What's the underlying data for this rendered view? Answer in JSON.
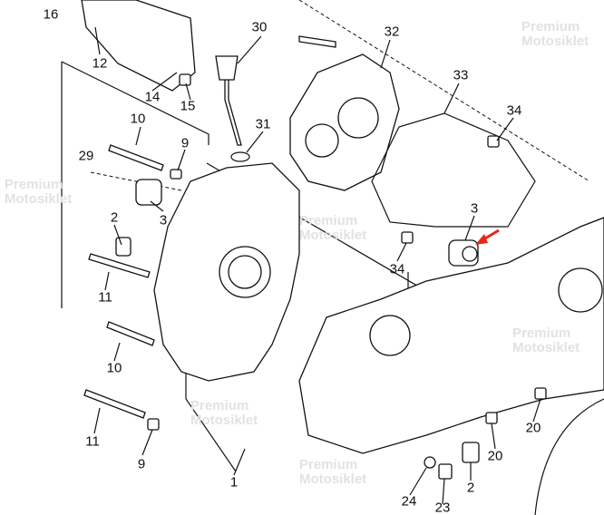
{
  "diagram": {
    "part_labels": [
      {
        "id": "16",
        "text": "16"
      },
      {
        "id": "12",
        "text": "12"
      },
      {
        "id": "30",
        "text": "30"
      },
      {
        "id": "32",
        "text": "32"
      },
      {
        "id": "33",
        "text": "33"
      },
      {
        "id": "34a",
        "text": "34"
      },
      {
        "id": "14",
        "text": "14"
      },
      {
        "id": "15",
        "text": "15"
      },
      {
        "id": "10a",
        "text": "10"
      },
      {
        "id": "9a",
        "text": "9"
      },
      {
        "id": "31",
        "text": "31"
      },
      {
        "id": "29",
        "text": "29"
      },
      {
        "id": "3a",
        "text": "3"
      },
      {
        "id": "2a",
        "text": "2"
      },
      {
        "id": "3b",
        "text": "3"
      },
      {
        "id": "34b",
        "text": "34"
      },
      {
        "id": "11a",
        "text": "11"
      },
      {
        "id": "10b",
        "text": "10"
      },
      {
        "id": "11b",
        "text": "11"
      },
      {
        "id": "9b",
        "text": "9"
      },
      {
        "id": "1",
        "text": "1"
      },
      {
        "id": "20a",
        "text": "20"
      },
      {
        "id": "20b",
        "text": "20"
      },
      {
        "id": "24",
        "text": "24"
      },
      {
        "id": "2b",
        "text": "2"
      },
      {
        "id": "23",
        "text": "23"
      }
    ],
    "watermark": {
      "line1": "Premium",
      "line2": "Motosiklet"
    },
    "highlight_arrow_color": "#e8261c"
  }
}
